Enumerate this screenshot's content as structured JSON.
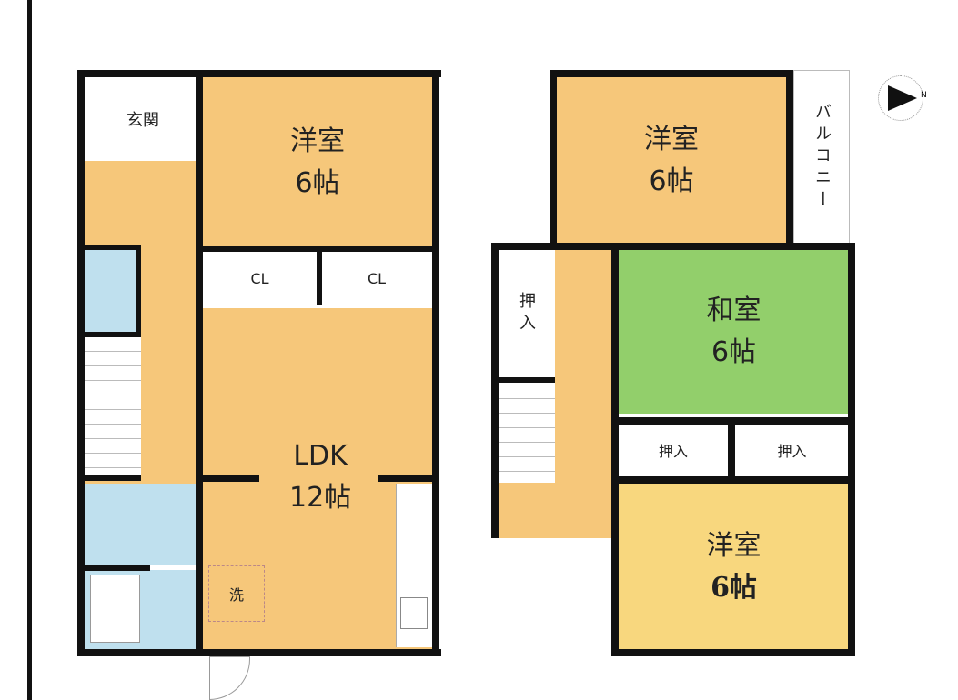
{
  "floor1": {
    "rooms": {
      "entrance": {
        "label": "玄関"
      },
      "western_room": {
        "label": "洋室",
        "size": "6帖"
      },
      "closet_left": {
        "label": "CL"
      },
      "closet_right": {
        "label": "CL"
      },
      "ldk": {
        "label": "LDK",
        "size": "12帖"
      },
      "laundry": {
        "label": "洗"
      }
    }
  },
  "floor2": {
    "rooms": {
      "western_room_top": {
        "label": "洋室",
        "size": "6帖"
      },
      "balcony": {
        "label": "バルコニー"
      },
      "closet_side": {
        "label": "押入"
      },
      "japanese_room": {
        "label": "和室",
        "size": "6帖"
      },
      "closet_mid_left": {
        "label": "押入"
      },
      "closet_mid_right": {
        "label": "押入"
      },
      "western_room_bottom": {
        "label": "洋室",
        "size": "6帖"
      }
    }
  },
  "compass": {
    "label": "N"
  },
  "colors": {
    "western_room": "#f6c77a",
    "japanese_room": "#92cf6b",
    "wet_area": "#bfe0ee",
    "western_room_bottom": "#f8d77e",
    "wall": "#111111"
  }
}
